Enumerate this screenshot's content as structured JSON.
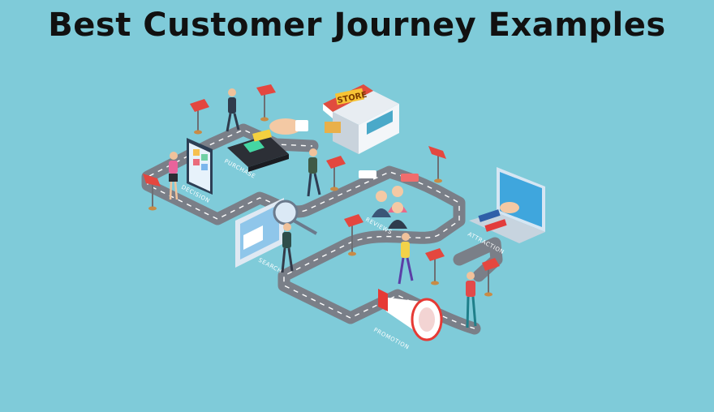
{
  "title": "Best Customer Journey Examples",
  "illustration": {
    "store_sign": "STORE",
    "road_labels": {
      "purchase": "PURCHASE",
      "decision": "DECISION",
      "reviews": "REVIEWS",
      "attraction": "ATTRACTION",
      "search": "SEARCH",
      "promotion": "PROMOTION"
    }
  },
  "colors": {
    "background": "#7fcbd9",
    "road": "#7a7f88",
    "road_dash": "#ffffff",
    "signpost": "#e4473f",
    "megaphone": "#e63a35"
  }
}
